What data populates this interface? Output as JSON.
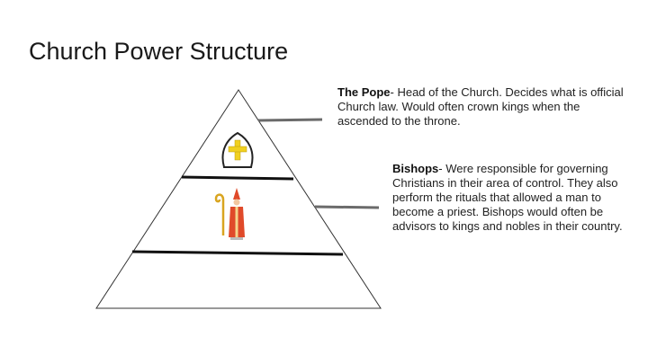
{
  "slide": {
    "title": "Church Power Structure"
  },
  "levels": [
    {
      "term": "The Pope",
      "description": "- Head of the Church. Decides what is official Church law. Would often crown kings when the ascended to the throne.",
      "icon": "papal-mitre-icon"
    },
    {
      "term": "Bishops",
      "description": "- Were responsible for governing Christians in their area of control. They also perform the rituals that allowed a man to become a priest. Bishops would often be advisors to kings and nobles in their country.",
      "icon": "bishop-figure-icon"
    }
  ],
  "colors": {
    "outline": "#222222",
    "connector": "#6b6b6b",
    "mitre_gold": "#f0d020",
    "bishop_red": "#e04a2a",
    "bishop_staff": "#d9a520"
  }
}
